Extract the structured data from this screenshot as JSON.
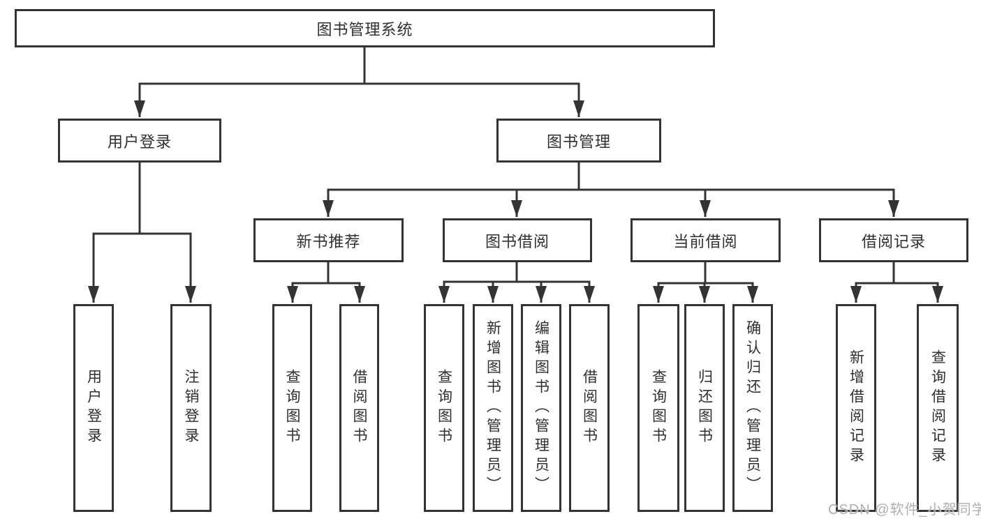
{
  "tree": {
    "root": {
      "label": "图书管理系统"
    },
    "branches": [
      {
        "label": "用户登录",
        "children": [
          {
            "label": "用户登录"
          },
          {
            "label": "注销登录"
          }
        ]
      },
      {
        "label": "图书管理",
        "children": [
          {
            "label": "新书推荐",
            "children": [
              {
                "label": "查询图书"
              },
              {
                "label": "借阅图书"
              }
            ]
          },
          {
            "label": "图书借阅",
            "children": [
              {
                "label": "查询图书"
              },
              {
                "label": "新增图书（管理员）"
              },
              {
                "label": "编辑图书（管理员）"
              },
              {
                "label": "借阅图书"
              }
            ]
          },
          {
            "label": "当前借阅",
            "children": [
              {
                "label": "查询图书"
              },
              {
                "label": "归还图书"
              },
              {
                "label": "确认归还（管理员）"
              }
            ]
          },
          {
            "label": "借阅记录",
            "children": [
              {
                "label": "新增借阅记录"
              },
              {
                "label": "查询借阅记录"
              }
            ]
          }
        ]
      }
    ]
  },
  "watermark": {
    "text": "CSDN @软件_小贺同学"
  },
  "colors": {
    "line": "#333333",
    "box_border": "#333333",
    "text": "#2f2f2f",
    "watermark": "#a8a8a8",
    "background": "#ffffff"
  }
}
